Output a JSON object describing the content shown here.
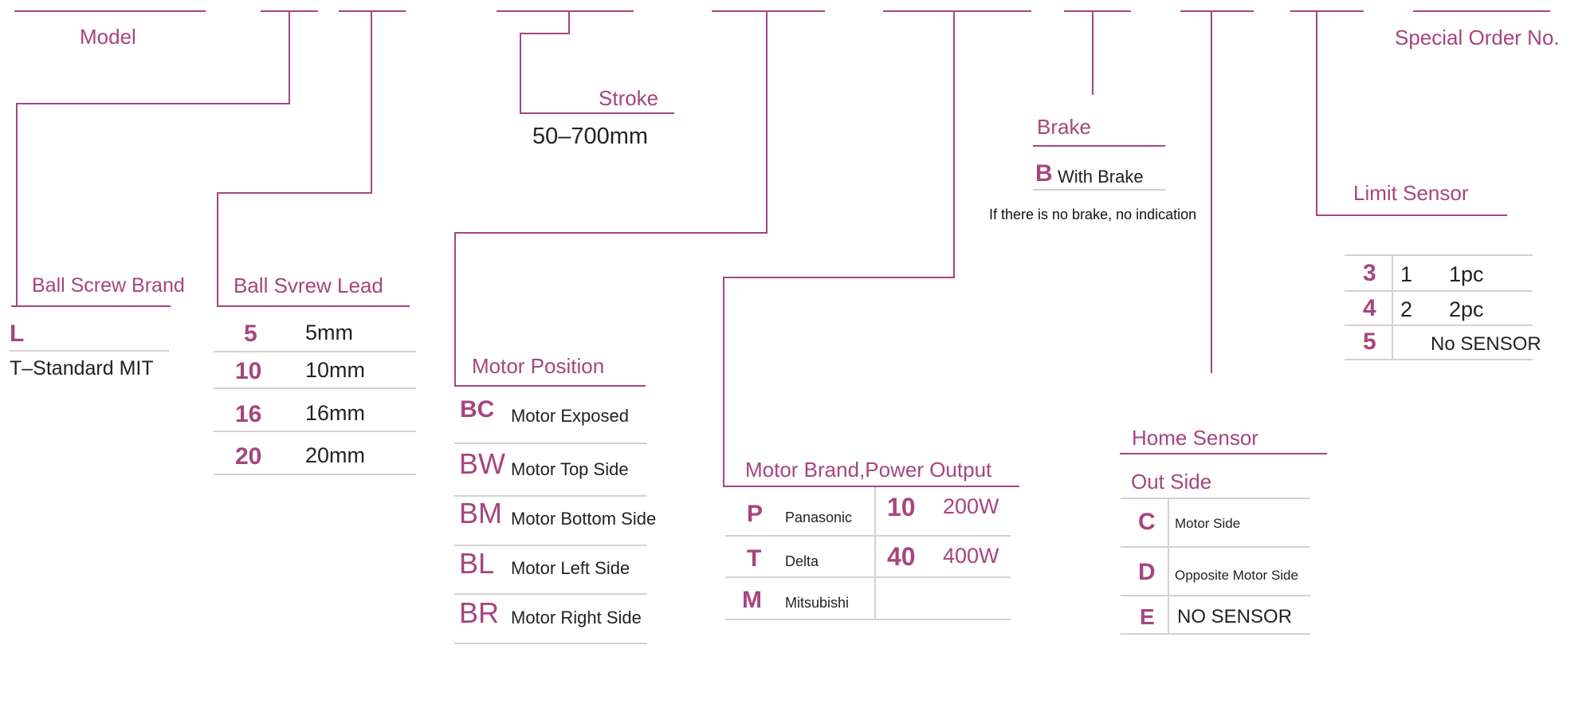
{
  "colors": {
    "accent": "#a6457f",
    "divider": "#d2d2d2",
    "text": "#222222"
  },
  "model": {
    "label": "Model"
  },
  "stroke": {
    "label": "Stroke",
    "range": "50–700mm"
  },
  "special_order": {
    "label": "Special Order No."
  },
  "ball_screw_brand": {
    "label": "Ball Screw Brand",
    "code": "L",
    "description": "T–Standard MIT"
  },
  "ball_screw_lead": {
    "label": "Ball Svrew Lead",
    "options": [
      {
        "code": "5",
        "value": "5mm"
      },
      {
        "code": "10",
        "value": "10mm"
      },
      {
        "code": "16",
        "value": "16mm"
      },
      {
        "code": "20",
        "value": "20mm"
      }
    ]
  },
  "motor_position": {
    "label": "Motor Position",
    "options": [
      {
        "code": "BC",
        "value": "Motor Exposed"
      },
      {
        "code": "BW",
        "value": "Motor Top Side"
      },
      {
        "code": "BM",
        "value": "Motor Bottom Side"
      },
      {
        "code": "BL",
        "value": "Motor Left Side"
      },
      {
        "code": "BR",
        "value": "Motor Right Side"
      }
    ]
  },
  "motor_brand": {
    "label": "Motor Brand,Power Output",
    "brands": [
      {
        "code": "P",
        "name": "Panasonic"
      },
      {
        "code": "T",
        "name": "Delta"
      },
      {
        "code": "M",
        "name": "Mitsubishi"
      }
    ],
    "power": [
      {
        "code": "10",
        "value": "200W"
      },
      {
        "code": "40",
        "value": "400W"
      }
    ]
  },
  "brake": {
    "label": "Brake",
    "code": "B",
    "value": "With Brake",
    "note": "If there is no brake, no indication"
  },
  "home_sensor": {
    "label": "Home Sensor",
    "sublabel": "Out Side",
    "options": [
      {
        "code": "C",
        "value": "Motor Side"
      },
      {
        "code": "D",
        "value": "Opposite Motor Side"
      },
      {
        "code": "E",
        "value": "NO SENSOR"
      }
    ]
  },
  "limit_sensor": {
    "label": "Limit Sensor",
    "options": [
      {
        "code": "3",
        "count": "1",
        "value": "1pc"
      },
      {
        "code": "4",
        "count": "2",
        "value": "2pc"
      },
      {
        "code": "5",
        "count": "",
        "value": "No SENSOR"
      }
    ]
  }
}
